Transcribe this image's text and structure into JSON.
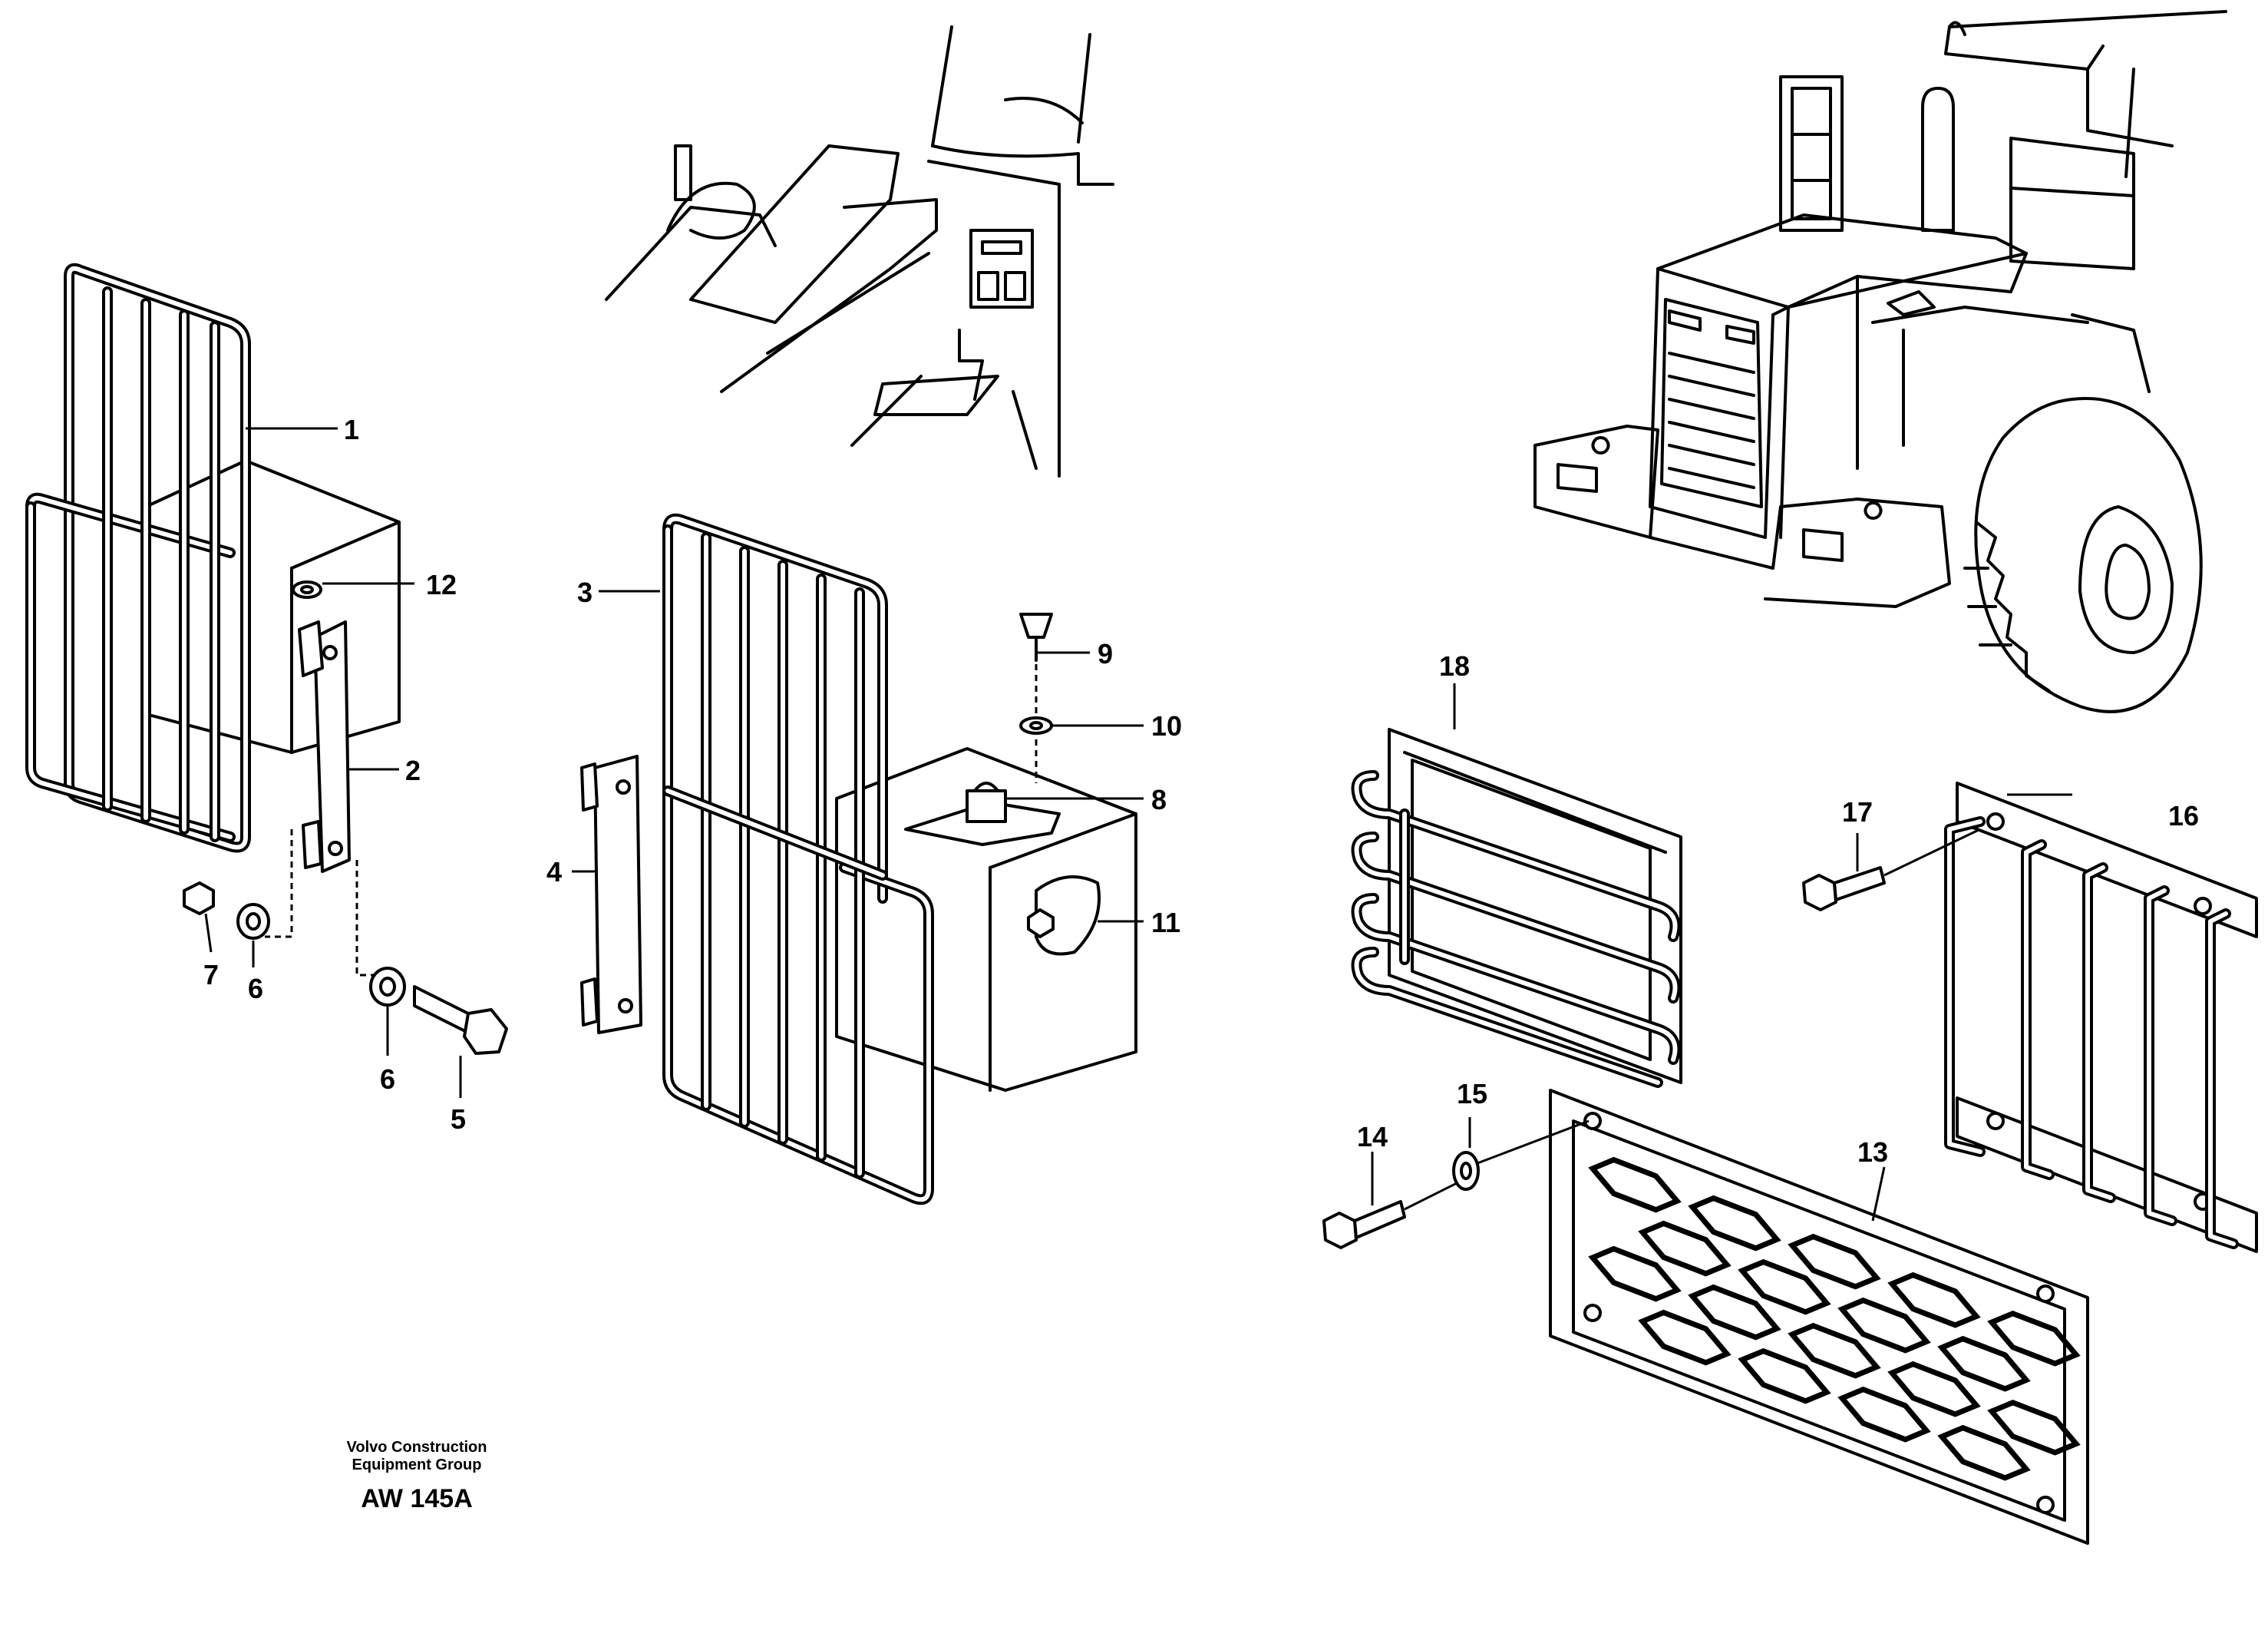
{
  "drawing": {
    "manufacturer_line1": "Volvo Construction",
    "manufacturer_line2": "Equipment Group",
    "illustration_code": "AW 145A"
  },
  "callouts": [
    {
      "id": "c1",
      "label": "1"
    },
    {
      "id": "c2",
      "label": "2"
    },
    {
      "id": "c3",
      "label": "3"
    },
    {
      "id": "c4",
      "label": "4"
    },
    {
      "id": "c5",
      "label": "5"
    },
    {
      "id": "c6a",
      "label": "6"
    },
    {
      "id": "c6b",
      "label": "6"
    },
    {
      "id": "c7",
      "label": "7"
    },
    {
      "id": "c8",
      "label": "8"
    },
    {
      "id": "c9",
      "label": "9"
    },
    {
      "id": "c10",
      "label": "10"
    },
    {
      "id": "c11",
      "label": "11"
    },
    {
      "id": "c12",
      "label": "12"
    },
    {
      "id": "c13",
      "label": "13"
    },
    {
      "id": "c14",
      "label": "14"
    },
    {
      "id": "c15",
      "label": "15"
    },
    {
      "id": "c16",
      "label": "16"
    },
    {
      "id": "c17",
      "label": "17"
    },
    {
      "id": "c18",
      "label": "18"
    }
  ]
}
